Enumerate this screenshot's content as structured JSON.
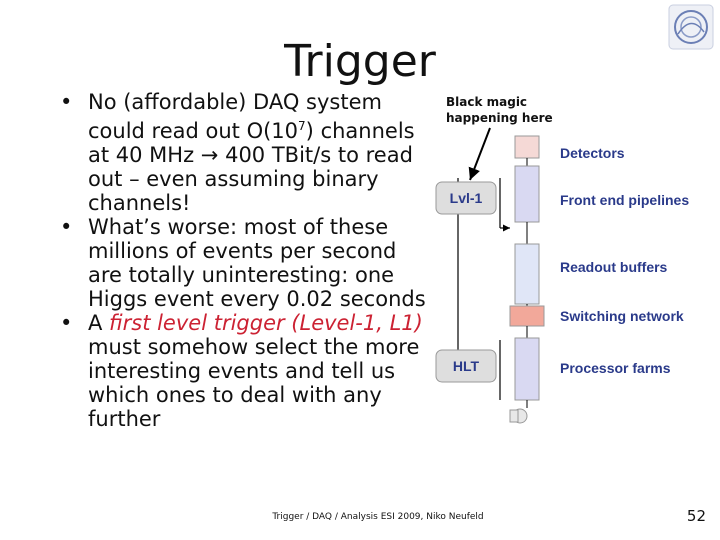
{
  "slide": {
    "title": "Trigger",
    "bullets": [
      {
        "marker": "•",
        "lines": [
          "No (affordable) DAQ system",
          "could read out O(10",
          "7",
          ")",
          "channels at 40 MHz ",
          "→",
          " 400",
          "TBit/s to read out – even",
          "assuming binary channels!"
        ]
      },
      {
        "marker": "•",
        "text": " What’s worse: most of these millions of events per second are totally uninteresting: one Higgs event every 0.02 seconds"
      },
      {
        "marker": "•",
        "pre": "A ",
        "highlight": "first level trigger (Level-1, L1)",
        "post": " must somehow select the more interesting events and tell us which ones to deal with any further"
      }
    ],
    "footer": "Trigger / DAQ / Analysis ESI 2009, Niko Neufeld",
    "page_number": "52"
  },
  "diagram": {
    "annotation": [
      "Black magic",
      "happening here"
    ],
    "trigger_labels": [
      "Lvl-1",
      "HLT"
    ],
    "stage_labels": [
      "Detectors",
      "Front  end pipelines",
      "Readout buffers",
      "Switching network",
      "Processor farms"
    ]
  },
  "colors": {
    "highlight": "#cc2233",
    "label": "#2a3a8a",
    "pink": "#f5d9d6",
    "salmon": "#f2a89a",
    "lavender": "#d9d9f2",
    "blue_light": "#e0e6f7"
  }
}
